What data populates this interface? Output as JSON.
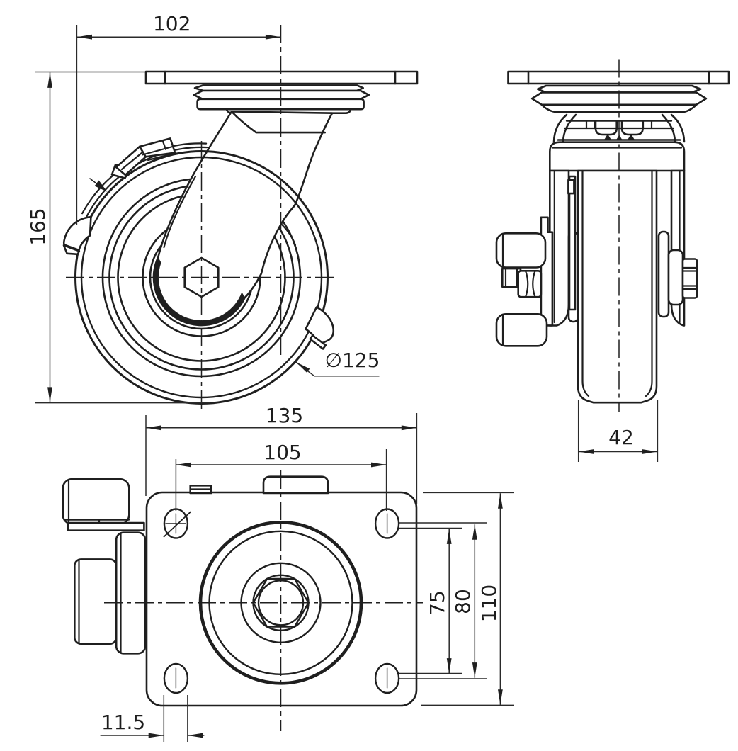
{
  "drawing": {
    "type": "technical-drawing",
    "subject": "swivel caster wheel with brake, three orthographic views",
    "background_color": "#ffffff",
    "line_color": "#1f1f1f",
    "dimensions": {
      "swivel_offset": "102",
      "overall_height": "165",
      "wheel_diameter": "∅125",
      "plate_length": "135",
      "bolt_hole_spacing_x": "105",
      "wheel_width": "42",
      "bolt_hole_spacing_y_min": "75",
      "bolt_hole_spacing_y_max": "80",
      "plate_width": "110",
      "bolt_slot_width": "11.5"
    }
  }
}
